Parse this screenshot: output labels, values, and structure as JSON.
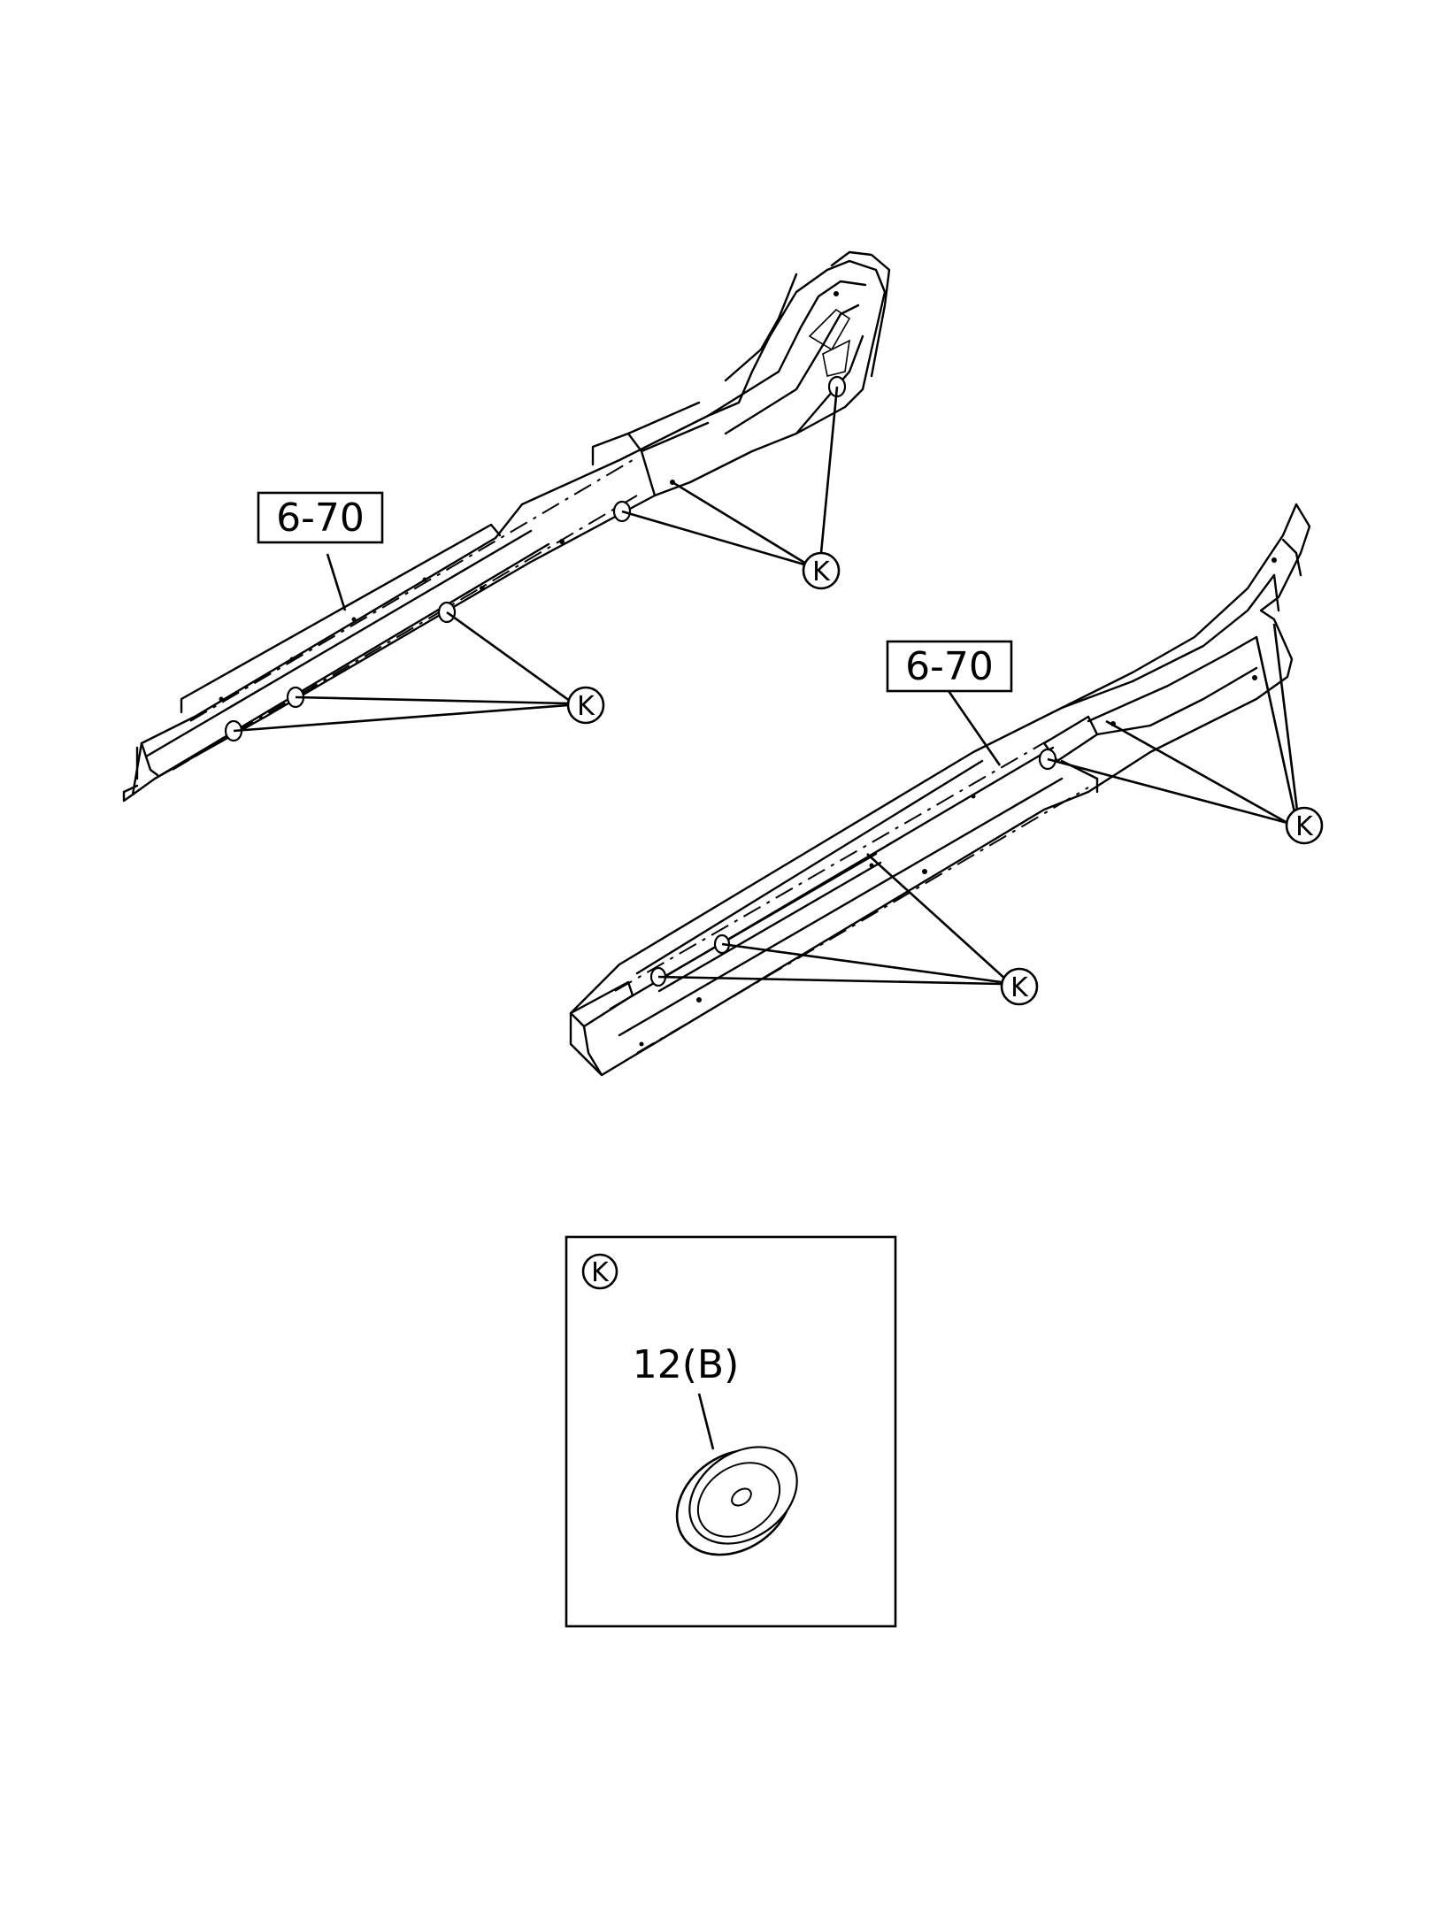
{
  "figure": {
    "upper_frame_ref": "6-70",
    "lower_frame_ref": "6-70",
    "callout_letter": "K",
    "detail": {
      "tag": "K",
      "part_label": "12(B)"
    }
  }
}
